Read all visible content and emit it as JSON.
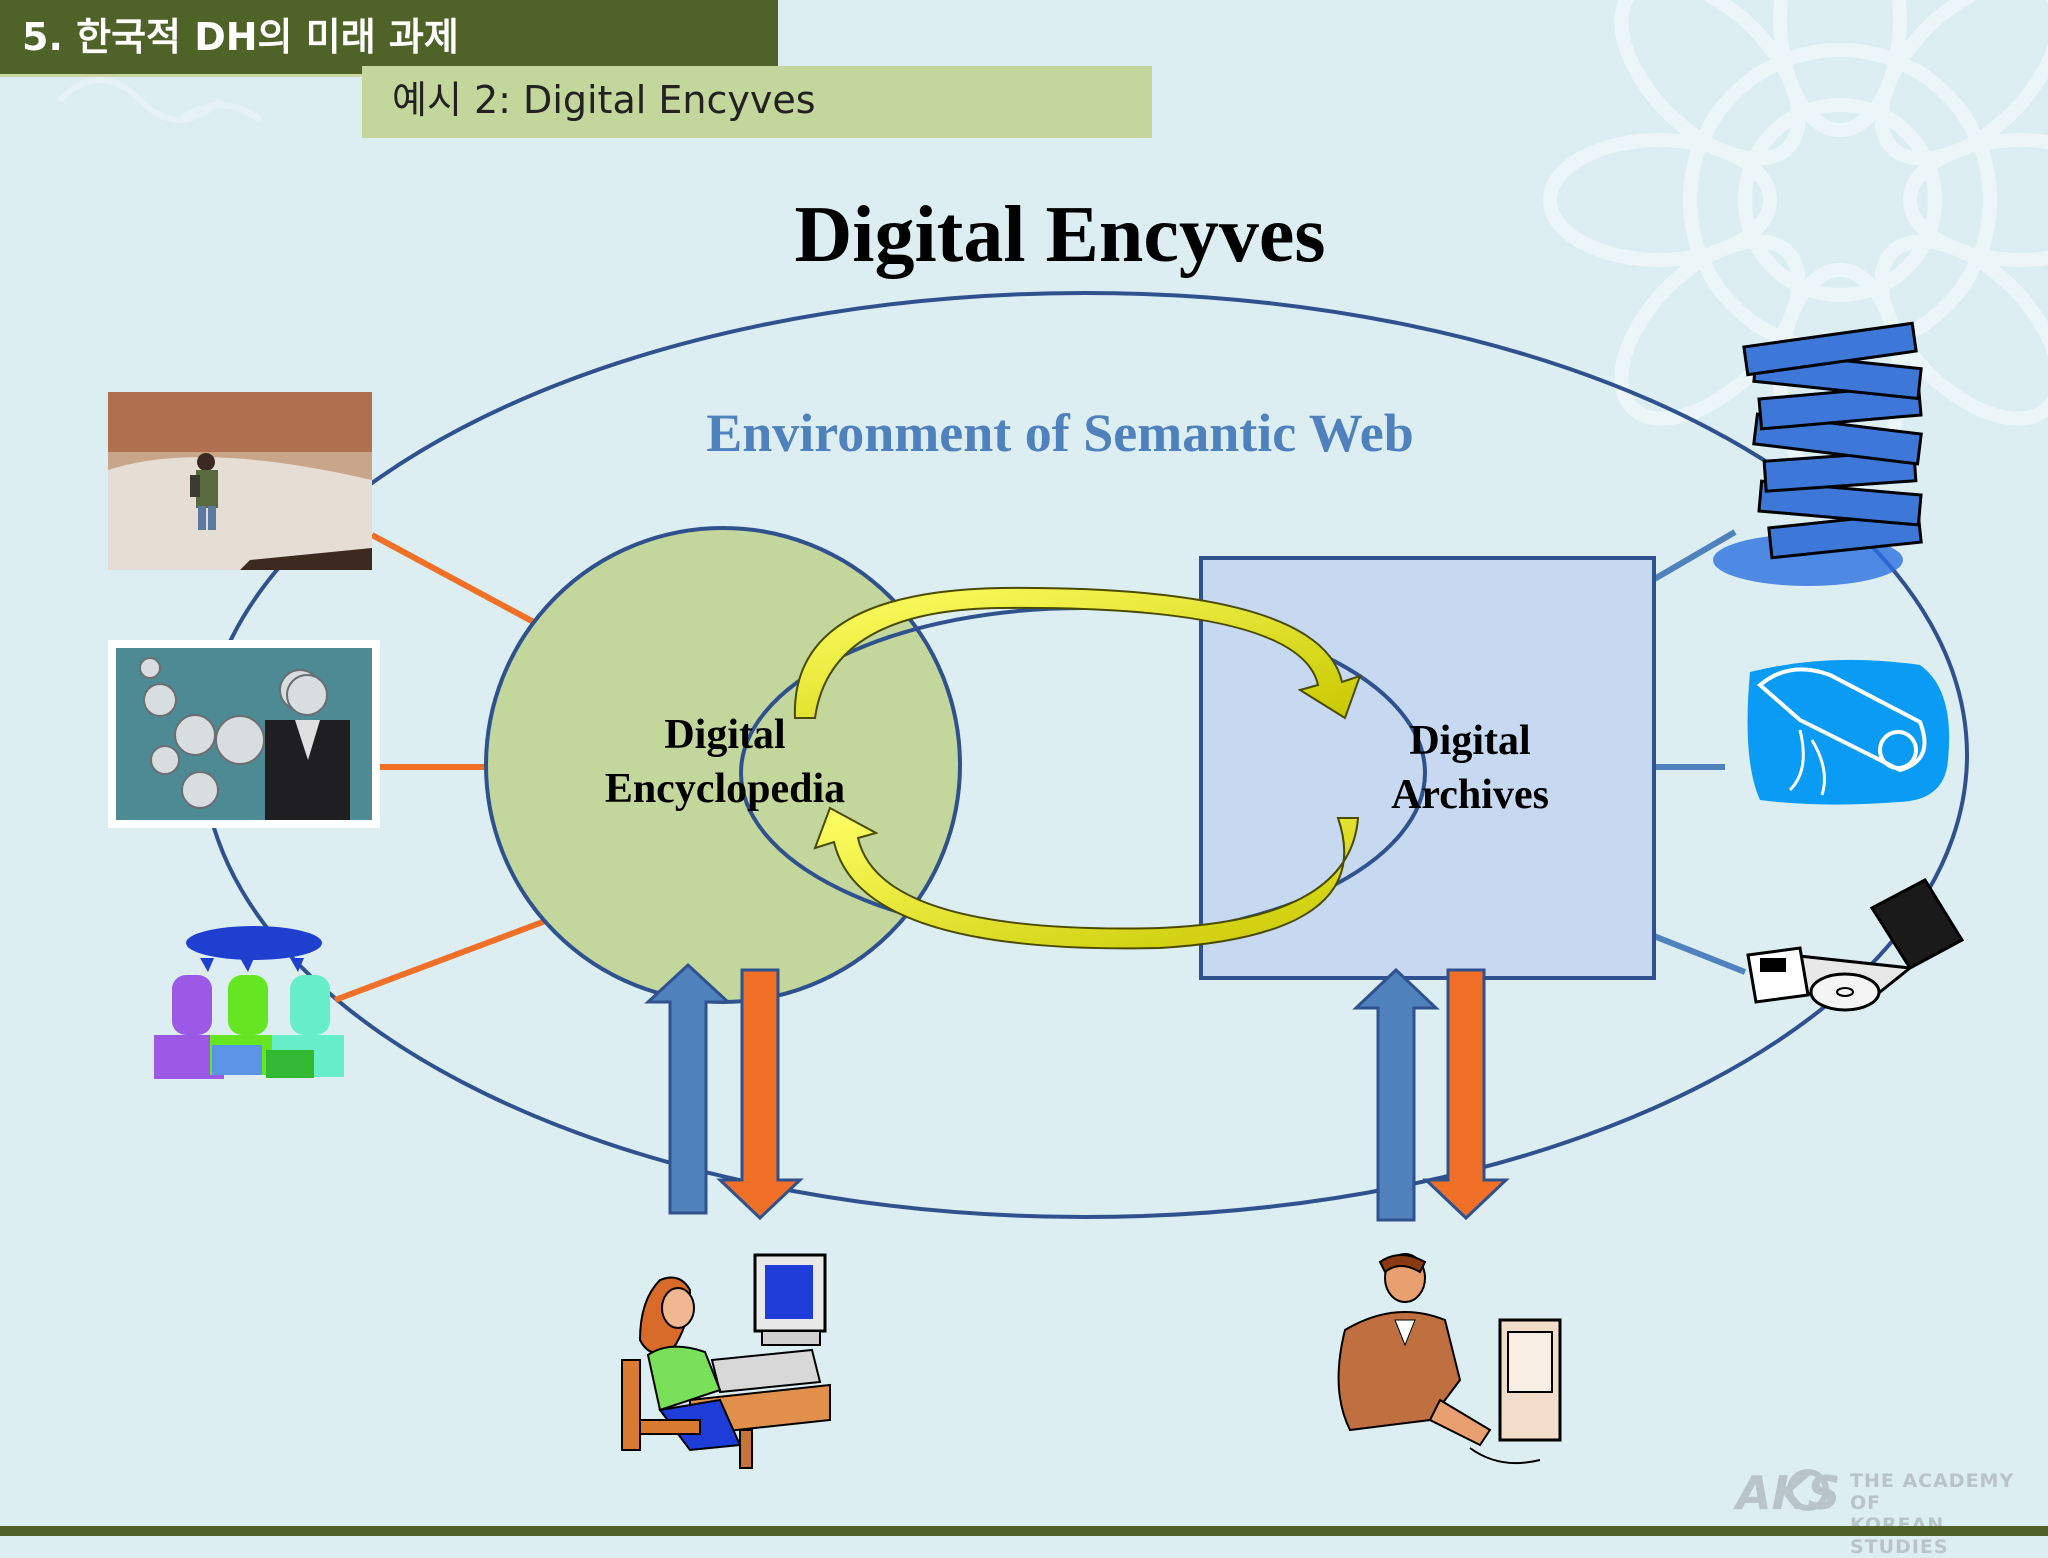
{
  "header": {
    "section_title": "5. 한국적 DH의 미래 과제",
    "example_title": "예시 2: Digital Encyves"
  },
  "diagram": {
    "title": "Digital Encyves",
    "environment_label": "Environment of Semantic Web",
    "encyclopedia_line1": "Digital",
    "encyclopedia_line2": "Encyclopedia",
    "archives_line1": "Digital",
    "archives_line2": "Archives"
  },
  "footer": {
    "logo_mark": "AKS",
    "logo_line1": "THE ACADEMY OF",
    "logo_line2": "KOREAN STUDIES"
  },
  "colors": {
    "header_green": "#4f6228",
    "example_green": "#c3d69b",
    "circle_fill": "#c3d69b",
    "box_fill": "#c6d9f1",
    "outline_blue": "#2f528f",
    "orange": "#f07028",
    "blue_arrow": "#4f81bd",
    "yellow_arrow": "#ffff33"
  },
  "icons": [
    "traveler-photo-icon",
    "alarm-clocks-photo-icon",
    "user-group-icon",
    "book-stack-icon",
    "scroll-icon",
    "laptop-disc-icon",
    "woman-at-computer-icon",
    "man-at-computer-icon"
  ]
}
